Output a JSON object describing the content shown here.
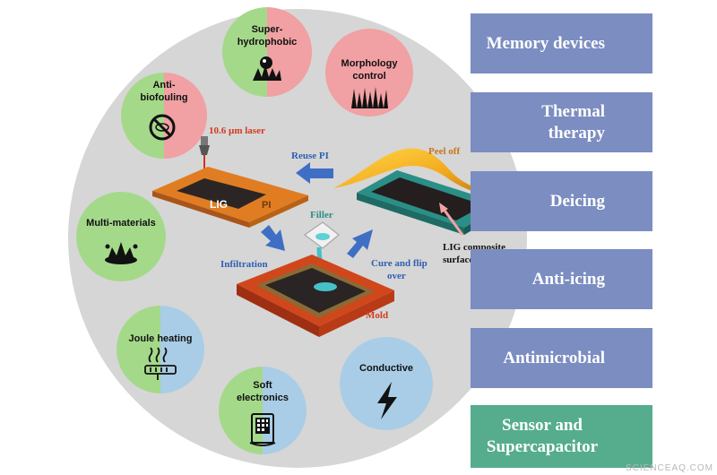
{
  "applications": [
    {
      "label_lines": [
        "Memory devices"
      ],
      "icon": "usb-icon"
    },
    {
      "label_lines": [
        "Thermal",
        "therapy"
      ],
      "icon": "doctor-icon"
    },
    {
      "label_lines": [
        "Deicing"
      ],
      "icon": "snowflake-zap-icon"
    },
    {
      "label_lines": [
        "Anti-icing"
      ],
      "icon": "snowflake-icon"
    },
    {
      "label_lines": [
        "Antimicrobial"
      ],
      "icon": "no-microbe-icon"
    },
    {
      "label_lines": [
        "Sensor and",
        "Supercapacitor"
      ],
      "icon": "sensor-capacitor-icon"
    }
  ],
  "properties": {
    "superhydrophobic": {
      "lines": [
        "Super-",
        "hydrophobic"
      ]
    },
    "morphology": {
      "lines": [
        "Morphology",
        "control"
      ]
    },
    "antibiofouling": {
      "lines": [
        "Anti-",
        "biofouling"
      ]
    },
    "multimaterials": {
      "lines": [
        "Multi-materials"
      ]
    },
    "joule": {
      "lines": [
        "Joule heating"
      ]
    },
    "soft": {
      "lines": [
        "Soft",
        "electronics"
      ]
    },
    "conductive": {
      "lines": [
        "Conductive"
      ]
    }
  },
  "process": {
    "laser": "10.6 µm laser",
    "lig": "LIG",
    "pi": "PI",
    "reuse": "Reuse PI",
    "peel": "Peel off",
    "filler": "Filler",
    "infiltration": "Infiltration",
    "cure_lines": [
      "Cure and flip",
      "over"
    ],
    "mold": "Mold",
    "composite_lines": [
      "LIG composite",
      "surface"
    ]
  },
  "watermark": "SCIENCEAQ.COM",
  "colors": {
    "app_blue": "#7b8dc1",
    "app_green": "#55ad8e",
    "circle_gray": "#d6d6d6",
    "prop_green": "#a5d98a",
    "prop_pink": "#f1a0a3",
    "prop_blue": "#a9cde6",
    "arrow_blue": "#3f6fc4",
    "label_red": "#d23a1e",
    "label_orange": "#c8741c",
    "label_blue": "#2f5fb3"
  }
}
